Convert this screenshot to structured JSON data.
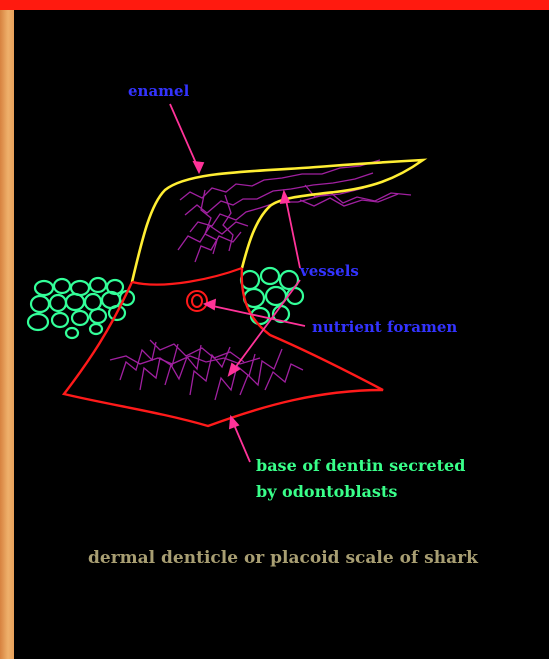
{
  "labels": {
    "enamel": "enamel",
    "vessels": "vessels",
    "nutrient_foramen": "nutrient foramen",
    "base_line1": "base of dentin secreted",
    "base_line2": "by odontoblasts",
    "caption": "dermal denticle or placoid scale of shark"
  },
  "colors": {
    "enamel_outline": "#ffee33",
    "dentin_outline": "#ff1a1a",
    "vessels": "#a020a0",
    "cells": "#33ff99",
    "label_blue": "#3333ff",
    "label_green": "#39ff8a",
    "caption": "#a89e72",
    "pointer": "#ff3399",
    "background": "#000000",
    "top_bar": "#ff1a0f",
    "frame": "#e9a15a"
  }
}
